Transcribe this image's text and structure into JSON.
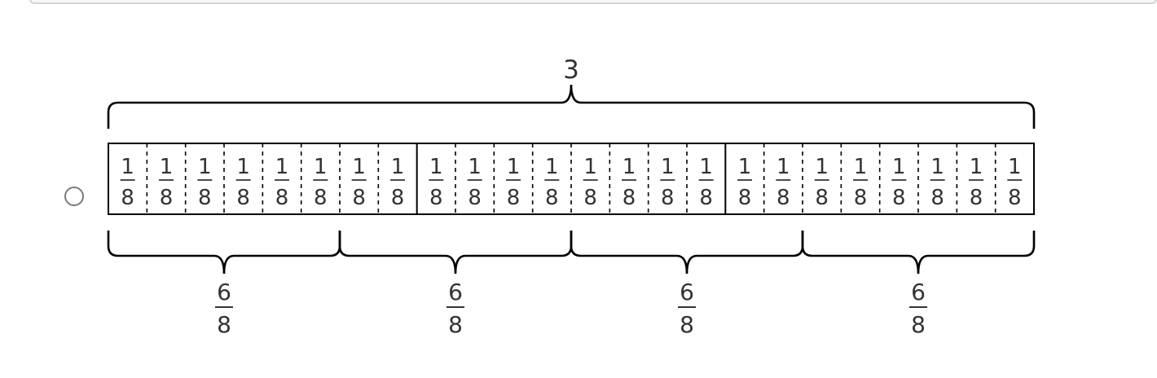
{
  "diagram": {
    "total_label": "3",
    "unit_fraction": {
      "numerator": "1",
      "denominator": "8"
    },
    "cell_count": 24,
    "group_label": {
      "numerator": "6",
      "denominator": "8"
    },
    "group_count": 4
  },
  "colors": {
    "ink": "#000000",
    "text": "#333333",
    "radio_border": "#7a7a7a"
  }
}
